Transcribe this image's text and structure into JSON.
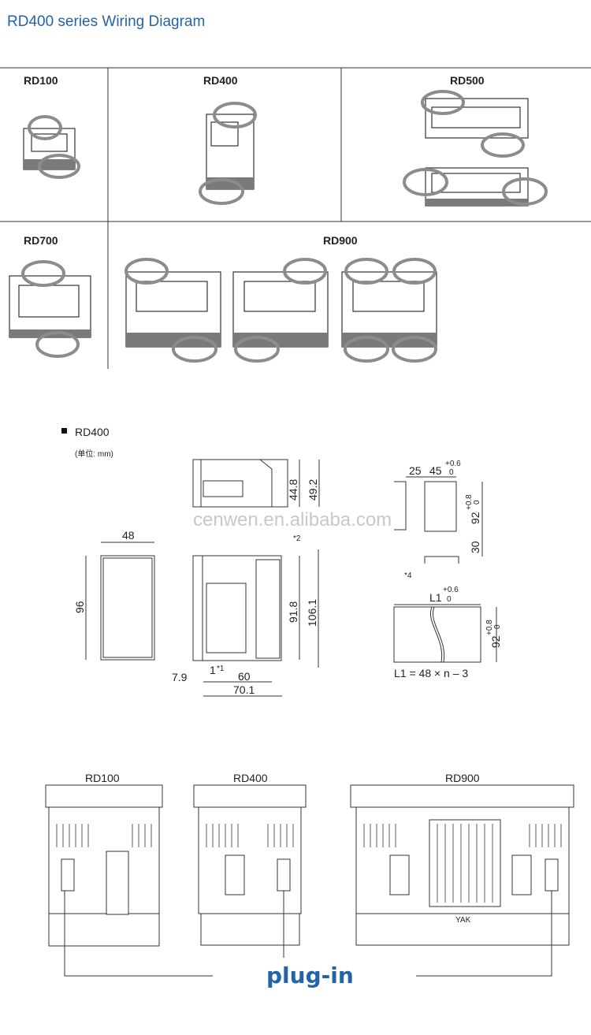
{
  "title": "RD400 series Wiring Diagram",
  "mounting_table": {
    "cells": [
      "RD100",
      "RD400",
      "RD500",
      "RD700",
      "RD900"
    ]
  },
  "dimension_drawing": {
    "heading": "RD400",
    "unit_note": "(单位: mm)",
    "front": {
      "width": "48",
      "height": "96"
    },
    "top": {
      "d1": "44.8",
      "d2": "49.2"
    },
    "side": {
      "d1": "91.8",
      "d2": "106.1",
      "d3": "7.9",
      "d4": "1",
      "d5": "60",
      "d6": "70.1",
      "note1": "*1",
      "note2": "*2"
    },
    "panel_cutout": {
      "gap": "25",
      "width": "45",
      "width_tol_upper": "+0.6",
      "width_tol_lower": "0",
      "height": "92",
      "height_tol_upper": "+0.8",
      "height_tol_lower": "0",
      "spacing": "30"
    },
    "gang_cutout": {
      "note": "*4",
      "length": "L1",
      "length_tol_upper": "+0.6",
      "length_tol_lower": "0",
      "height": "92",
      "height_tol_upper": "+0.8",
      "height_tol_lower": "0",
      "formula": "L1 = 48 × n – 3"
    },
    "watermark": "cenwen.en.alibaba.com"
  },
  "rear_views": {
    "labels": [
      "RD100",
      "RD400",
      "RD900"
    ],
    "center_mark": "YAK",
    "callout": "plug-in",
    "callout_color": "#2563a8"
  }
}
